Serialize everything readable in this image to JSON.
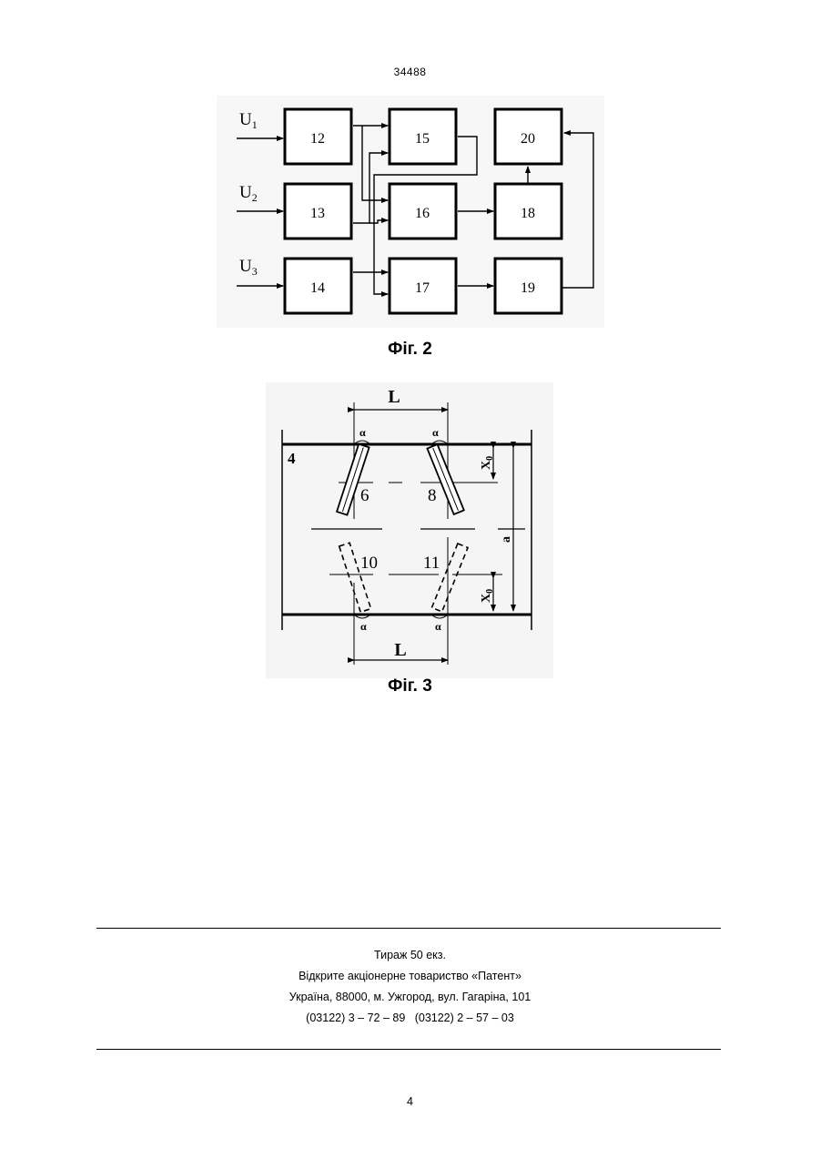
{
  "header": {
    "patent_number": "34488"
  },
  "figure2": {
    "caption": "Фіг. 2",
    "inputs": [
      {
        "symbol": "U",
        "sub": "1"
      },
      {
        "symbol": "U",
        "sub": "2"
      },
      {
        "symbol": "U",
        "sub": "3"
      }
    ],
    "blocks": [
      "12",
      "13",
      "14",
      "15",
      "16",
      "17",
      "18",
      "19",
      "20"
    ]
  },
  "figure3": {
    "caption": "Фіг. 3",
    "labels": {
      "length_top": "L",
      "length_bottom": "L",
      "pipe_number": "4",
      "sensor_6": "6",
      "sensor_8": "8",
      "sensor_10": "10",
      "sensor_11": "11",
      "angle": "α",
      "offset": "X",
      "offset_sub": "0",
      "diameter": "a"
    }
  },
  "imprint": {
    "circulation": "Тираж 50 екз.",
    "publisher": "Відкрите акціонерне товариство «Патент»",
    "address": "Україна, 88000, м. Ужгород, вул. Гагаріна, 101",
    "phones": "(03122) 3 – 72 – 89   (03122) 2 – 57 – 03"
  },
  "footer": {
    "page_number": "4"
  }
}
